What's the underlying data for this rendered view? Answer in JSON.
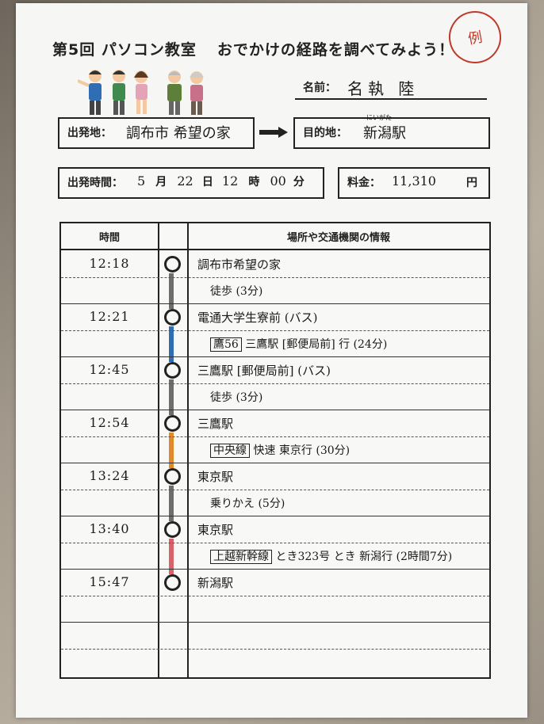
{
  "sheet": {
    "title_left": "第5回 パソコン教室",
    "title_right": "おでかけの経路を調べてみよう！",
    "example_mark": "例"
  },
  "name": {
    "label": "名前：",
    "value": "名執 陸"
  },
  "origin": {
    "label": "出発地：",
    "value": "調布市 希望の家"
  },
  "destination": {
    "label": "目的地：",
    "value": "新潟駅",
    "ruby": "にいがた"
  },
  "departure": {
    "label": "出発時間：",
    "month": "5",
    "month_unit": "月",
    "day": "22",
    "day_unit": "日",
    "hour": "12",
    "hour_unit": "時",
    "minute": "00",
    "minute_unit": "分"
  },
  "fare": {
    "label": "料金：",
    "value": "11,310",
    "unit": "円"
  },
  "table": {
    "headers": {
      "time": "時間",
      "info": "場所や交通機関の情報"
    },
    "rows": [
      {
        "time": "12:18",
        "place": "調布市希望の家",
        "segment": "徒歩 (3分)",
        "segment_color": "#6d6d6d"
      },
      {
        "time": "12:21",
        "place": "電通大学生寮前 (バス)",
        "line": "鷹56",
        "segment": "三鷹駅 [郵便局前] 行 (24分)",
        "segment_color": "#2f6db5"
      },
      {
        "time": "12:45",
        "place": "三鷹駅 [郵便局前] (バス)",
        "segment": "徒歩 (3分)",
        "segment_color": "#6d6d6d"
      },
      {
        "time": "12:54",
        "place": "三鷹駅",
        "line": "中央線",
        "segment": "快速 東京行 (30分)",
        "segment_color": "#e08a2c"
      },
      {
        "time": "13:24",
        "place": "東京駅",
        "segment": "乗りかえ (5分)",
        "segment_color": "#6d6d6d"
      },
      {
        "time": "13:40",
        "place": "東京駅",
        "line": "上越新幹線",
        "segment": "とき323号 とき 新潟行 (2時間7分)",
        "segment_color": "#d9626a"
      },
      {
        "time": "15:47",
        "place": "新潟駅"
      }
    ]
  }
}
